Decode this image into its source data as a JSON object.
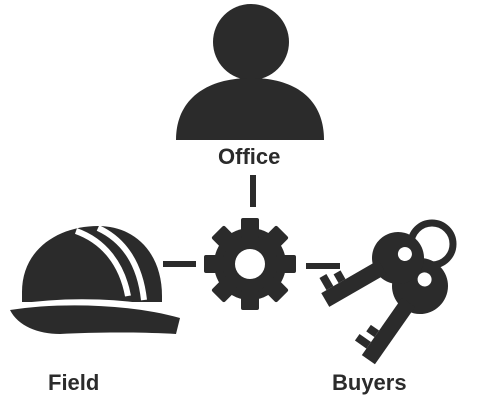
{
  "nodes": {
    "office": {
      "label": "Office",
      "icon": "person-icon"
    },
    "field": {
      "label": "Field",
      "icon": "hard-hat-icon"
    },
    "buyers": {
      "label": "Buyers",
      "icon": "keys-icon"
    },
    "hub": {
      "icon": "gear-icon"
    }
  },
  "colors": {
    "icon": "#2b2b2b",
    "background": "#ffffff"
  }
}
